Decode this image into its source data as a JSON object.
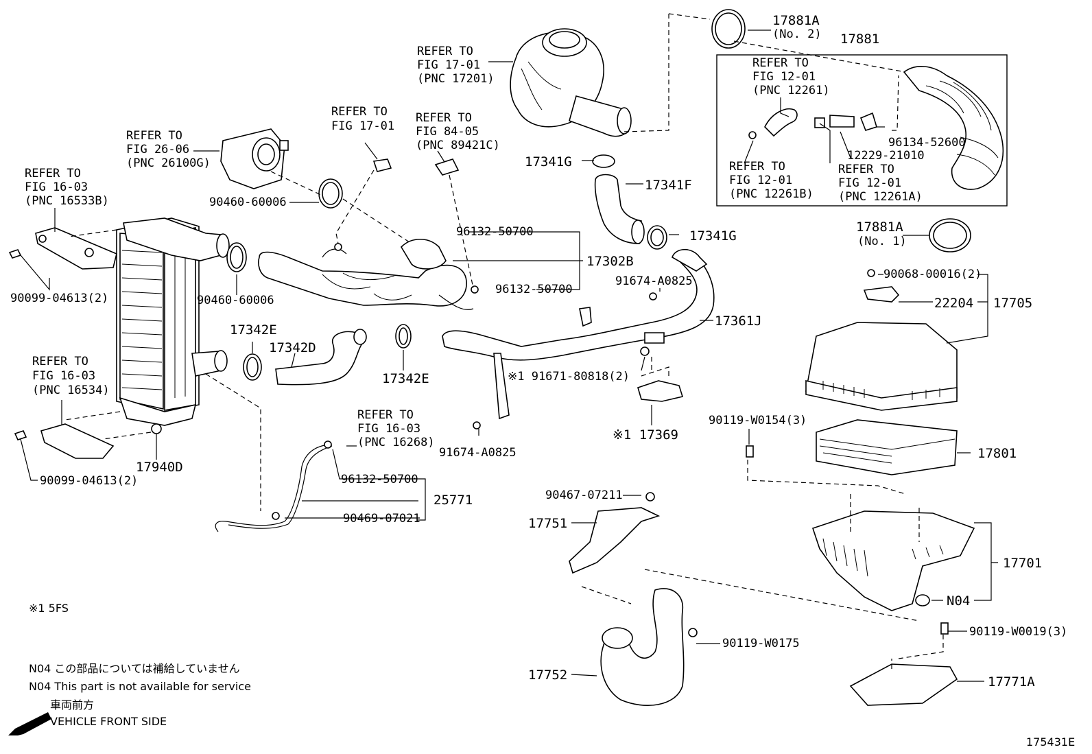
{
  "refer_to": {
    "fig_17_01_pnc_17201": [
      "REFER TO",
      "FIG 17-01",
      "(PNC 17201)"
    ],
    "fig_17_01": [
      "REFER TO",
      "FIG 17-01"
    ],
    "fig_84_05": [
      "REFER TO",
      "FIG 84-05",
      "(PNC 89421C)"
    ],
    "fig_26_06": [
      "REFER TO",
      "FIG 26-06",
      "(PNC 26100G)"
    ],
    "fig_16_03_b": [
      "REFER TO",
      "FIG 16-03",
      "(PNC 16533B)"
    ],
    "fig_16_03_16534": [
      "REFER TO",
      "FIG 16-03",
      "(PNC 16534)"
    ],
    "fig_16_03_16268": [
      "REFER TO",
      "FIG 16-03",
      "(PNC 16268)"
    ],
    "fig_12_01_12261": [
      "REFER TO",
      "FIG 12-01",
      "(PNC 12261)"
    ],
    "fig_12_01_12261b": [
      "REFER TO",
      "FIG 12-01",
      "(PNC 12261B)"
    ],
    "fig_12_01_12261a": [
      "REFER TO",
      "FIG 12-01",
      "(PNC 12261A)"
    ]
  },
  "parts": {
    "p17881A_top": "17881A",
    "p17881A_top_sub": "(No. 2)",
    "p17881": "17881",
    "p96134": "96134-52600",
    "p12229": "12229-21010",
    "p17341G_a": "17341G",
    "p17341F": "17341F",
    "p17341G_b": "17341G",
    "p17881A_mid": "17881A",
    "p17881A_mid_sub": "(No. 1)",
    "p90068": "90068-00016(2)",
    "p22204": "22204",
    "p17705": "17705",
    "p96132_a": "96132-50700",
    "p17302B": "17302B",
    "p96132_b": "96132-50700",
    "p91674_a": "91674-A0825",
    "p17361J": "17361J",
    "p90460_a": "90460-60006",
    "p90460_b": "90460-60006",
    "p90099_a": "90099-04613(2)",
    "p17342E_a": "17342E",
    "p17342D": "17342D",
    "p17342E_b": "17342E",
    "p91671": "※1 91671-80818(2)",
    "p17369": "※1 17369",
    "p91674_b": "91674-A0825",
    "p90119_w0154": "90119-W0154(3)",
    "p17801": "17801",
    "p17940D": "17940D",
    "p90099_b": "90099-04613(2)",
    "p96132_c": "96132-50700",
    "p25771": "25771",
    "p90469": "90469-07021",
    "p90467": "90467-07211",
    "p17751": "17751",
    "p17701": "17701",
    "pN04": "N04",
    "p90119_w0019": "90119-W0019(3)",
    "p90119_w0175": "90119-W0175",
    "p17752": "17752",
    "p17771A": "17771A"
  },
  "notes": {
    "footnote": "※1  5FS",
    "n04_jp": "N04  この部品については補給していません",
    "n04_en": "N04  This part is not available for service",
    "front_jp": "車両前方",
    "front_en": "VEHICLE FRONT SIDE",
    "figure_id": "175431E"
  }
}
